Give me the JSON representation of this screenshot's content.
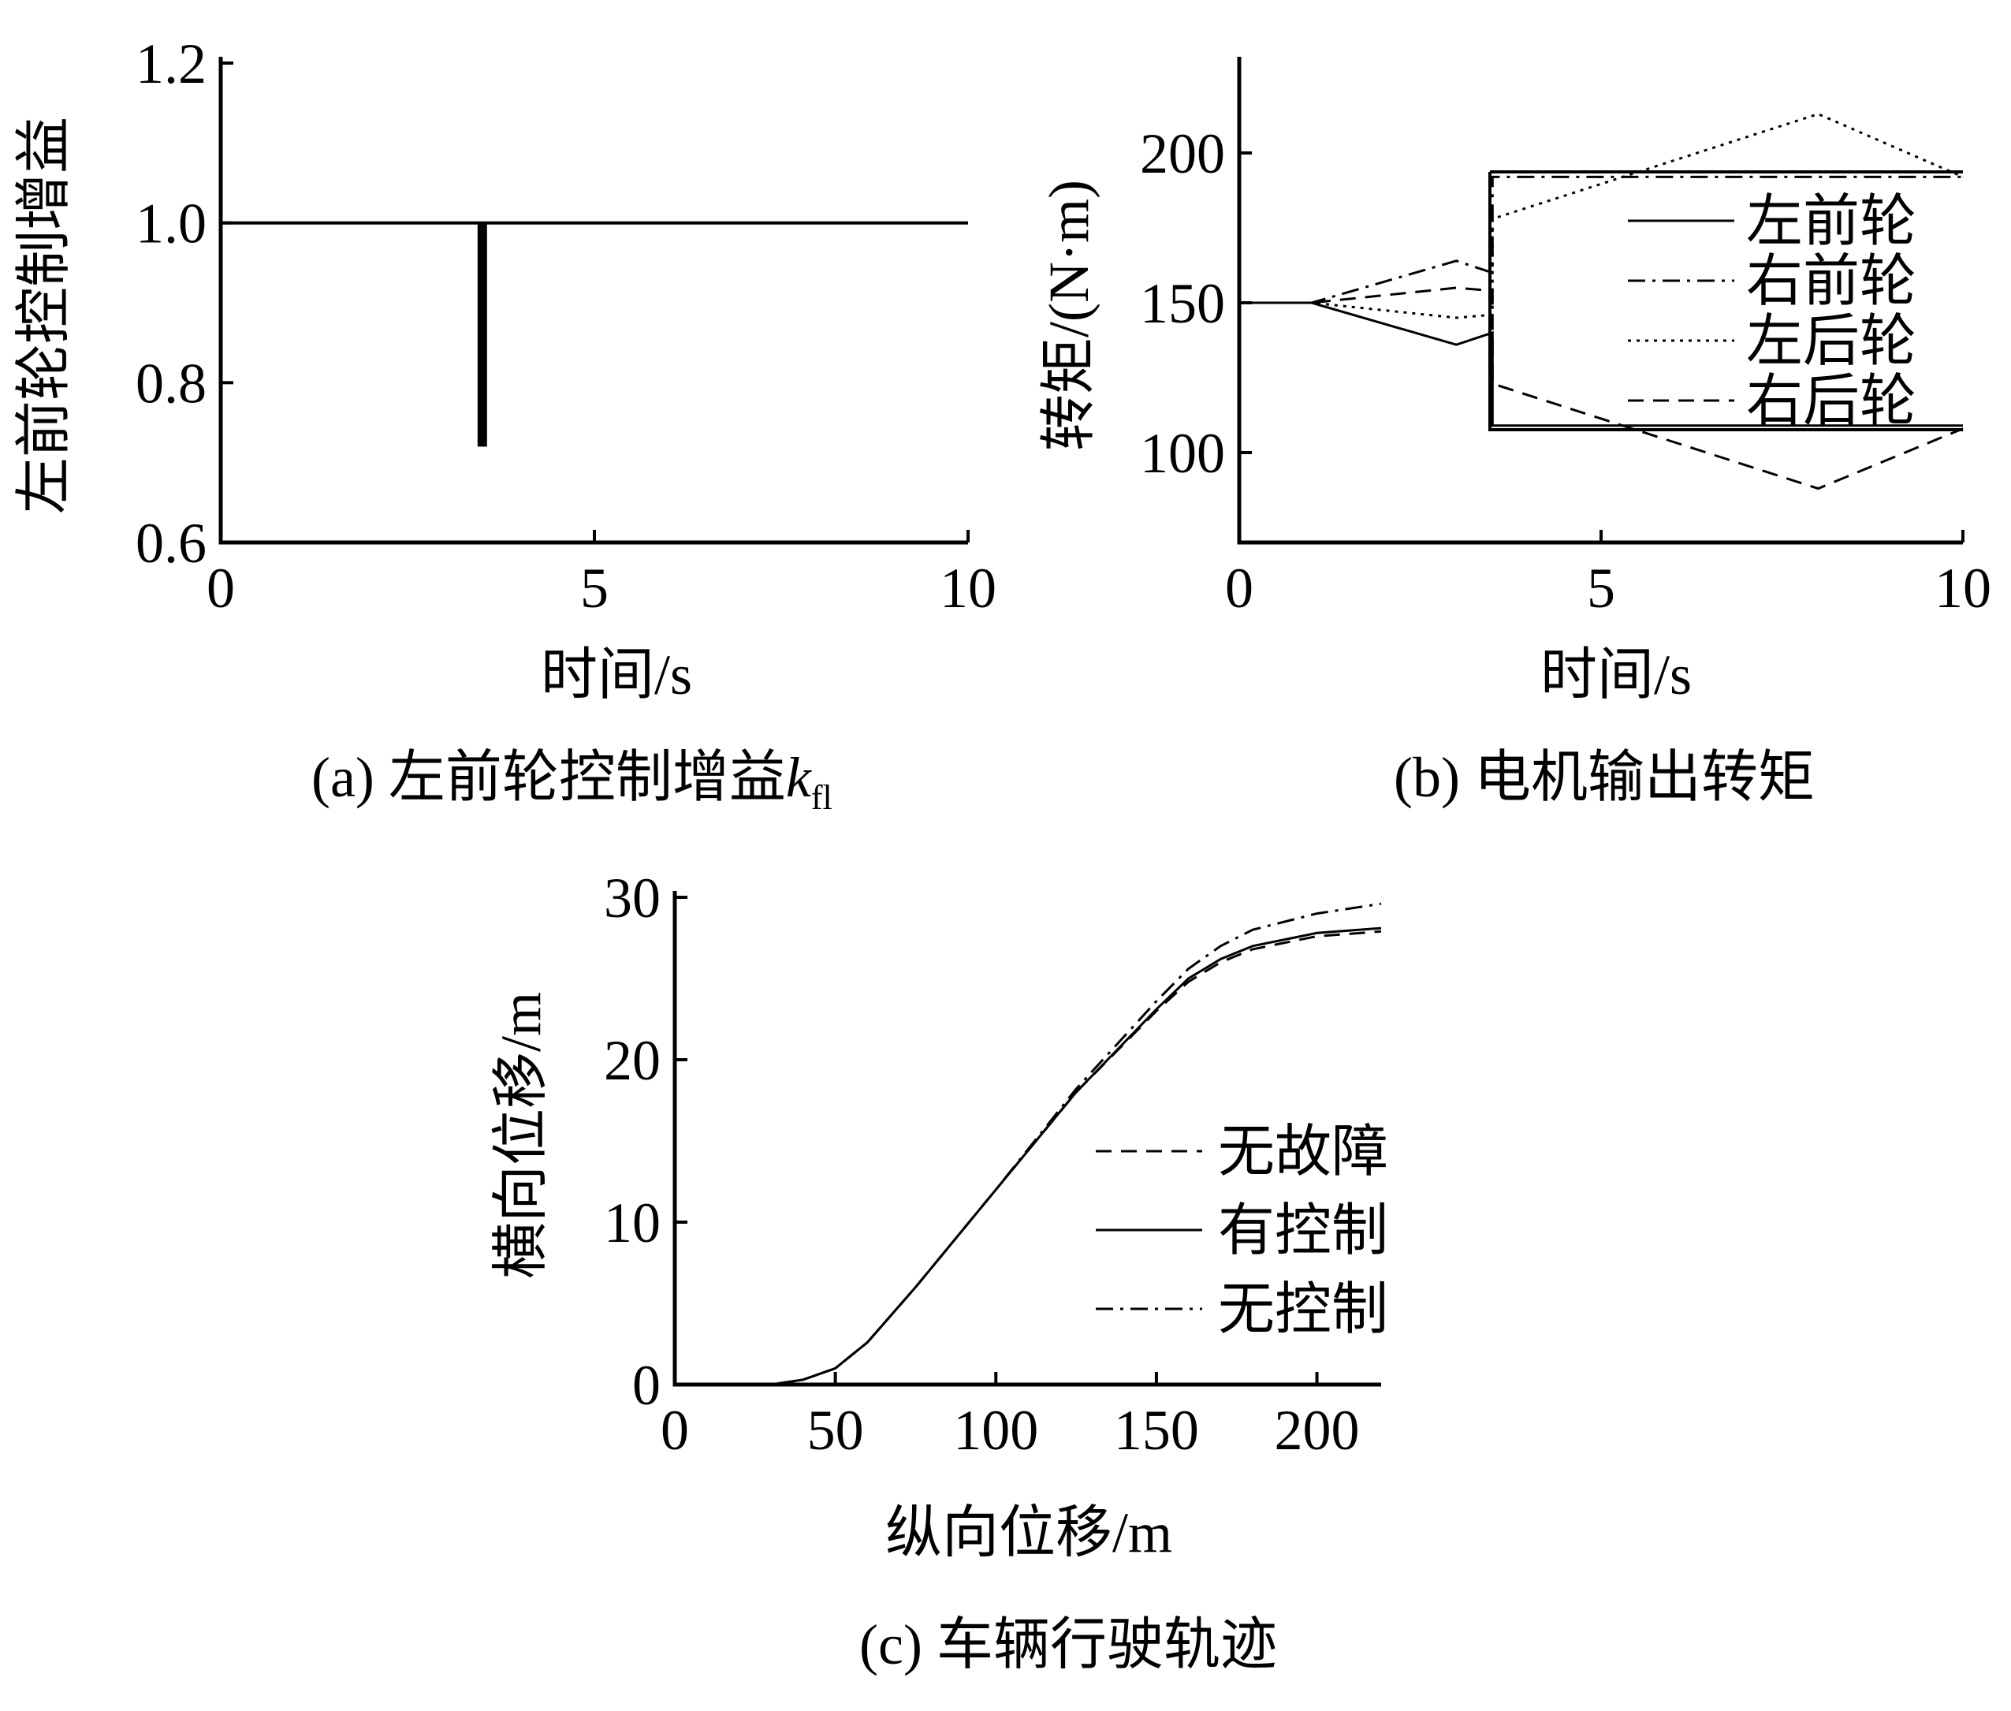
{
  "chart_data": [
    {
      "type": "line",
      "panel": "a",
      "caption": "(a) 左前轮控制增益",
      "caption_symbol": "k",
      "caption_subscript": "fl",
      "xlabel": "时间/s",
      "ylabel": "左前轮控制增益",
      "xlim": [
        0,
        10
      ],
      "ylim": [
        0.6,
        1.2
      ],
      "xticks": [
        0,
        5,
        10
      ],
      "xtick_labels": [
        "0",
        "5",
        "10"
      ],
      "yticks": [
        0.6,
        0.8,
        1.0,
        1.2
      ],
      "ytick_labels": [
        "0.6",
        "0.8",
        "1.0",
        "1.2"
      ],
      "grid": false,
      "series": [
        {
          "style": "solid",
          "x": [
            0,
            3.5,
            3.5,
            3.5,
            10
          ],
          "y": [
            1.0,
            1.0,
            0.72,
            1.0,
            1.0
          ]
        }
      ]
    },
    {
      "type": "line",
      "panel": "b",
      "caption": "(b) 电机输出转矩",
      "xlabel": "时间/s",
      "ylabel": "转矩/(N·m)",
      "xlim": [
        0,
        10
      ],
      "ylim": [
        70,
        230
      ],
      "xticks": [
        0,
        5,
        10
      ],
      "xtick_labels": [
        "0",
        "5",
        "10"
      ],
      "yticks": [
        100,
        150,
        200
      ],
      "ytick_labels": [
        "100",
        "150",
        "200"
      ],
      "grid": false,
      "legend_position": "right",
      "series": [
        {
          "name": "左前轮",
          "style": "solid",
          "x": [
            0,
            1,
            3,
            3.5,
            3.5,
            10
          ],
          "y": [
            150,
            150,
            136,
            140,
            109,
            109
          ]
        },
        {
          "name": "右前轮",
          "style": "dashdot",
          "x": [
            0,
            1,
            3,
            3.5,
            3.5,
            10
          ],
          "y": [
            150,
            150,
            164,
            160,
            192,
            192
          ]
        },
        {
          "name": "左后轮",
          "style": "dotted",
          "x": [
            0,
            1,
            3,
            3.5,
            3.5,
            8,
            10
          ],
          "y": [
            150,
            150,
            145,
            146,
            178,
            213,
            192
          ]
        },
        {
          "name": "右后轮",
          "style": "dashed",
          "x": [
            0,
            1,
            3,
            3.5,
            3.5,
            8,
            10
          ],
          "y": [
            150,
            150,
            155,
            154,
            123,
            88,
            108
          ]
        }
      ]
    },
    {
      "type": "line",
      "panel": "c",
      "caption": "(c) 车辆行驶轨迹",
      "xlabel": "纵向位移/m",
      "ylabel": "横向位移/m",
      "xlim": [
        0,
        220
      ],
      "ylim": [
        0,
        30
      ],
      "xticks": [
        0,
        50,
        100,
        150,
        200
      ],
      "xtick_labels": [
        "0",
        "50",
        "100",
        "150",
        "200"
      ],
      "yticks": [
        0,
        10,
        20,
        30
      ],
      "ytick_labels": [
        "0",
        "10",
        "20",
        "30"
      ],
      "grid": false,
      "legend_position": "center-right",
      "series": [
        {
          "name": "无故障",
          "style": "dashed",
          "x": [
            0,
            30,
            40,
            50,
            60,
            75,
            100,
            125,
            150,
            160,
            170,
            180,
            200,
            220
          ],
          "y": [
            0,
            0,
            0.3,
            1.0,
            2.6,
            6.0,
            12.0,
            18.0,
            23.0,
            24.8,
            26.0,
            26.8,
            27.6,
            27.9
          ]
        },
        {
          "name": "有控制",
          "style": "solid",
          "x": [
            0,
            30,
            40,
            50,
            60,
            75,
            100,
            125,
            150,
            160,
            170,
            180,
            200,
            220
          ],
          "y": [
            0,
            0,
            0.3,
            1.0,
            2.6,
            6.0,
            12.0,
            18.0,
            23.1,
            25.0,
            26.2,
            27.0,
            27.8,
            28.1
          ]
        },
        {
          "name": "无控制",
          "style": "dashdot",
          "x": [
            0,
            30,
            40,
            50,
            60,
            75,
            100,
            125,
            150,
            160,
            170,
            180,
            200,
            220
          ],
          "y": [
            0,
            0,
            0.3,
            1.0,
            2.6,
            6.0,
            12.0,
            18.2,
            23.6,
            25.6,
            27.0,
            28.0,
            29.0,
            29.6
          ]
        }
      ]
    }
  ]
}
